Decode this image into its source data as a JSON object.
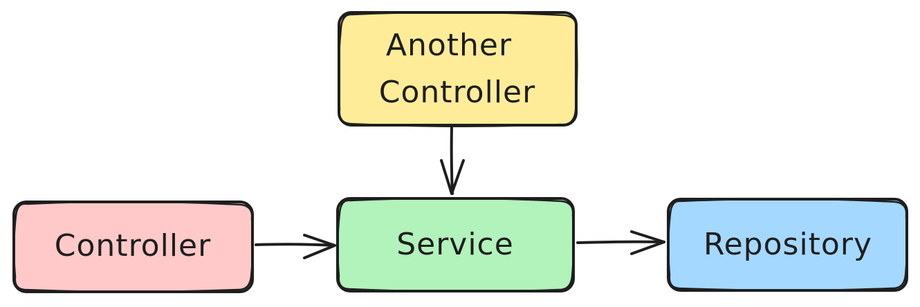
{
  "nodes": {
    "another_controller": {
      "line1": "Another",
      "line2": "Controller",
      "fill": "#ffec99"
    },
    "controller": {
      "label": "Controller",
      "fill": "#ffc9c9"
    },
    "service": {
      "label": "Service",
      "fill": "#b2f2bb"
    },
    "repository": {
      "label": "Repository",
      "fill": "#a5d8ff"
    }
  },
  "stroke_color": "#1e1e1e",
  "edges": [
    {
      "from": "another_controller",
      "to": "service"
    },
    {
      "from": "controller",
      "to": "service"
    },
    {
      "from": "service",
      "to": "repository"
    }
  ]
}
